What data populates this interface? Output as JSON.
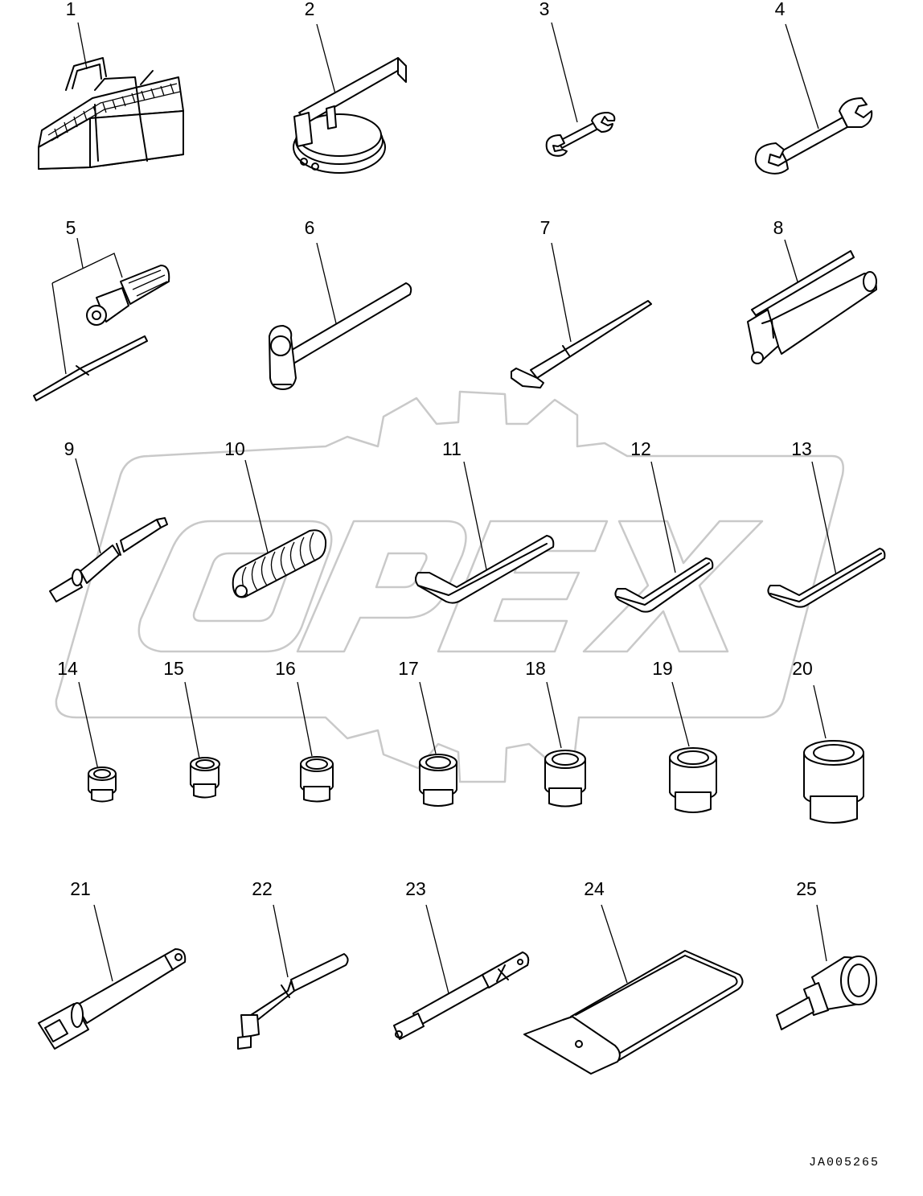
{
  "drawing_code": "JA005265",
  "watermark_text": "OPEX",
  "colors": {
    "line": "#000000",
    "watermark": "#c9c9c9",
    "background": "#ffffff"
  },
  "items": [
    {
      "number": "1",
      "icon": "tool-bag-icon"
    },
    {
      "number": "2",
      "icon": "filter-band-wrench-icon"
    },
    {
      "number": "3",
      "icon": "small-open-end-wrench-icon"
    },
    {
      "number": "4",
      "icon": "open-end-wrench-icon"
    },
    {
      "number": "5",
      "icon": "screwdriver-set-icon"
    },
    {
      "number": "6",
      "icon": "hammer-icon"
    },
    {
      "number": "7",
      "icon": "pry-bar-icon"
    },
    {
      "number": "8",
      "icon": "grease-gun-icon"
    },
    {
      "number": "9",
      "icon": "grease-nozzle-icon"
    },
    {
      "number": "10",
      "icon": "grease-hose-icon"
    },
    {
      "number": "11",
      "icon": "hex-key-large-icon"
    },
    {
      "number": "12",
      "icon": "hex-key-medium-icon"
    },
    {
      "number": "13",
      "icon": "hex-key-small-icon"
    },
    {
      "number": "14",
      "icon": "socket-icon"
    },
    {
      "number": "15",
      "icon": "socket-icon"
    },
    {
      "number": "16",
      "icon": "socket-icon"
    },
    {
      "number": "17",
      "icon": "socket-icon"
    },
    {
      "number": "18",
      "icon": "socket-icon"
    },
    {
      "number": "19",
      "icon": "socket-icon"
    },
    {
      "number": "20",
      "icon": "socket-icon"
    },
    {
      "number": "21",
      "icon": "extension-bar-icon"
    },
    {
      "number": "22",
      "icon": "l-handle-icon"
    },
    {
      "number": "23",
      "icon": "ratchet-handle-icon"
    },
    {
      "number": "24",
      "icon": "tool-pouch-icon"
    },
    {
      "number": "25",
      "icon": "hex-bit-socket-icon"
    }
  ]
}
